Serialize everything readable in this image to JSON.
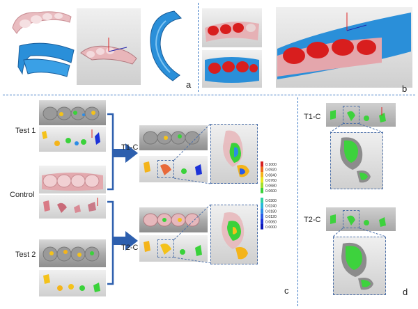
{
  "panels": {
    "a": {
      "letter": "a"
    },
    "b": {
      "letter": "b"
    },
    "c": {
      "letter": "c",
      "row_labels": [
        "Test 1",
        "Control",
        "Test 2"
      ],
      "comparison_labels": [
        "T1-C",
        "T2-C"
      ],
      "color_scale": {
        "upper_values": [
          "0.1000",
          "0.0920",
          "0.0840",
          "0.0760",
          "0.0680",
          "0.0600"
        ],
        "lower_values": [
          "0.0300",
          "0.0240",
          "0.0180",
          "0.0120",
          "0.0060",
          "0.0000"
        ],
        "colors_top": [
          "#d62020",
          "#ee6a1a",
          "#f4b41a",
          "#e8e81e",
          "#a2e02c",
          "#3ad23a"
        ],
        "colors_bottom": [
          "#2fd2a0",
          "#28b8d8",
          "#2c8ce6",
          "#2a5ce8",
          "#1c32d8",
          "#0c18b8"
        ]
      }
    },
    "d": {
      "letter": "d",
      "comparison_labels": [
        "T1-C",
        "T2-C"
      ]
    }
  },
  "colors": {
    "blue_scan": "#2a8fd9",
    "pink_scan": "#e8b9bd",
    "arrow_blue": "#2d5fae",
    "divider_blue": "#3b78c4",
    "highlight_green": "#3dd23d",
    "red_contact": "#d81e1e"
  }
}
